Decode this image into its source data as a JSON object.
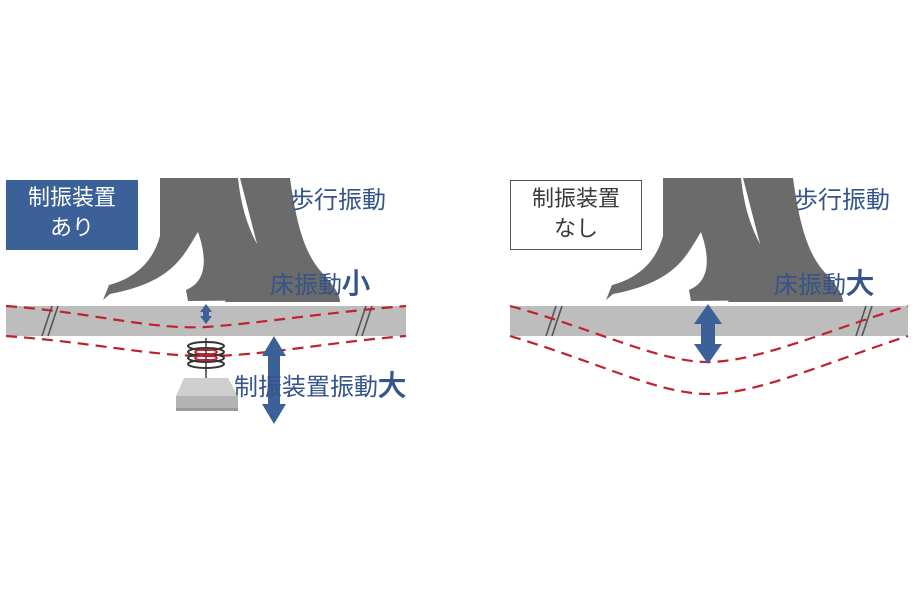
{
  "colors": {
    "accent_blue": "#3c6098",
    "text_blue": "#34548a",
    "floor_gray": "#bdbdbd",
    "leg_gray": "#6b6b6b",
    "wave_red": "#c0212e",
    "base_gray": "#bfbfbf"
  },
  "panels": [
    {
      "badge_line1": "制振装置",
      "badge_line2": "あり",
      "walking_label": "歩行振動",
      "floor_label": "床振動",
      "floor_level": "小",
      "device_label": "制振装置振動",
      "device_level": "大"
    },
    {
      "badge_line1": "制振装置",
      "badge_line2": "なし",
      "walking_label": "歩行振動",
      "floor_label": "床振動",
      "floor_level": "大"
    }
  ],
  "icons": [
    "leg-boot-icon",
    "damper-spring-icon",
    "double-arrow-icon"
  ]
}
